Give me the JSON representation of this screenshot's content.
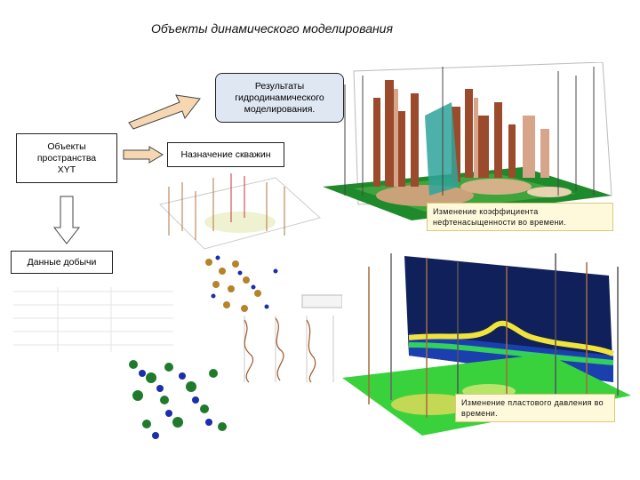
{
  "title": "Объекты динамического моделирования",
  "boxes": {
    "results": "Результаты\nгидродинамического\nмоделирования.",
    "xyt": "Объекты\nпространства\nXYT",
    "wells": "Назначение скважин",
    "production": "Данные добычи"
  },
  "captions": {
    "saturation": "Изменение коэффициента нефтенасыщенности во времени.",
    "pressure": "Изменение пластового давления во времени."
  },
  "colors": {
    "arrow_fill": "#f6d7b1",
    "arrow_stroke": "#444444",
    "result_box": "#dfe7f3",
    "terrain_green": "#1f8a2b",
    "pressure_blue": "#10205a",
    "pressure_green": "#39d23c"
  },
  "icons": [
    "arrow-right-up",
    "arrow-right",
    "arrow-down"
  ]
}
